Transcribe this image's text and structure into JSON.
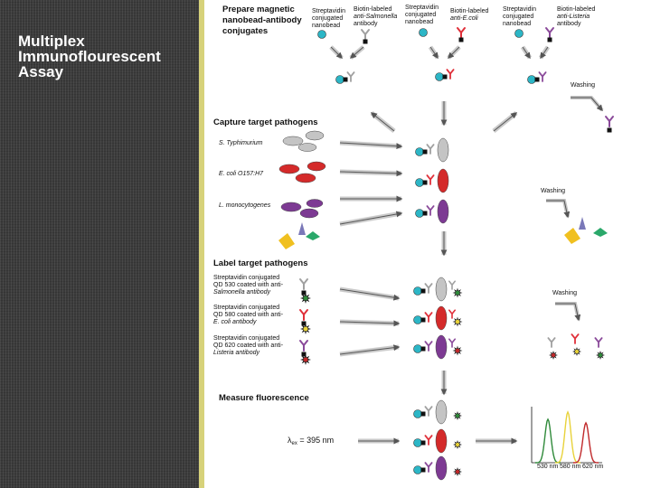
{
  "sidebar": {
    "title_lines": [
      "Multiplex",
      "Immunoflourescent",
      "Assay"
    ]
  },
  "diagram": {
    "colors": {
      "slide_bg": "#3b3b3b",
      "accent_bar": "#d7d27a",
      "panel_bg": "#ffffff",
      "nanobead": "#2cb6c6",
      "antibody_salmonella": "#a0a0a0",
      "antibody_ecoli": "#e0303a",
      "antibody_listeria": "#8a4a9a",
      "s_typhimurium": "#c4c4c4",
      "e_coli": "#d42a2a",
      "l_monocytogenes": "#7d3a93",
      "qd_530": "#2f8a3a",
      "qd_580": "#e8d23a",
      "qd_620": "#c0282a",
      "debris_yellow": "#f0c020",
      "debris_green": "#2aa86a"
    },
    "step1": {
      "title_lines": [
        "Prepare magnetic",
        "nanobead-antibody",
        "conjugates"
      ],
      "labels": [
        {
          "lines": [
            "Streptavidin",
            "conjugated",
            "nanobead"
          ]
        },
        {
          "lines": [
            "Biotin-labeled",
            "anti-Salmonella",
            "antibody"
          ]
        },
        {
          "lines": [
            "Streptavidin",
            "conjugated",
            "nanobead"
          ]
        },
        {
          "lines": [
            "Biotin-labeled",
            "anti-E.coli"
          ]
        },
        {
          "lines": [
            "Streptavidin",
            "conjugated",
            "nanobead"
          ]
        },
        {
          "lines": [
            "Biotin-labeled",
            "anti-Listeria",
            "antibody"
          ]
        }
      ],
      "washing_label": "Washing"
    },
    "step2": {
      "title": "Capture target pathogens",
      "pathogens": [
        "S. Typhimurium",
        "E. coli O157:H7",
        "L. monocytogenes"
      ],
      "washing_label": "Washing"
    },
    "step3": {
      "title": "Label target pathogens",
      "qd_labels": [
        {
          "lines": [
            "Streptavidin conjugated",
            "QD 530 coated with anti-",
            "Salmonella antibody"
          ]
        },
        {
          "lines": [
            "Streptavidin conjugated",
            "QD 580 coated with anti-",
            "E. coli antibody"
          ]
        },
        {
          "lines": [
            "Streptavidin conjugated",
            "QD 620 coated with anti-",
            "Listeria antibody"
          ]
        }
      ],
      "washing_label": "Washing"
    },
    "step4": {
      "title": "Measure fluorescence",
      "excitation_symbol": "λ",
      "excitation_subscript": "ex",
      "excitation_text": " = 395 nm",
      "spectrum_ticks": [
        "530 nm",
        "580 nm",
        "620 nm"
      ]
    }
  }
}
